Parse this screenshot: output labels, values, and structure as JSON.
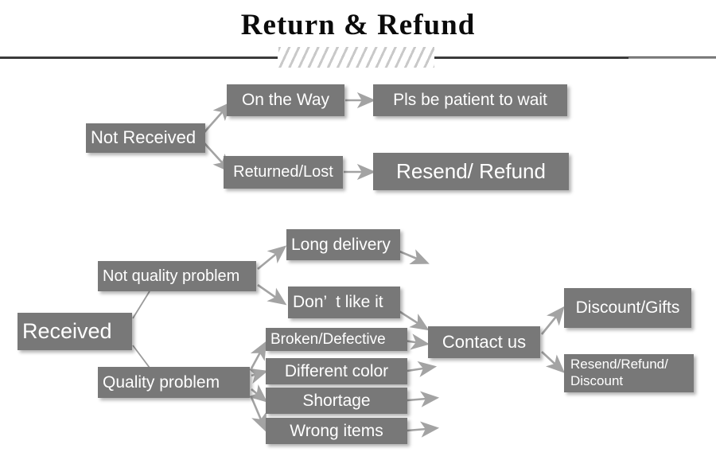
{
  "header": {
    "title": "Return & Refund",
    "divider_icon": "hatched-divider"
  },
  "colors": {
    "box_fill": "#787878",
    "box_text": "#ffffff",
    "rule": "#3b3b3b",
    "arrow": "#9e9e9e",
    "hatch": "#c9c9c9",
    "page_bg": "#ffffff"
  },
  "flow": {
    "not_received": {
      "root": "Not Received",
      "branch_on_the_way": "On the Way",
      "branch_on_the_way_result": "Pls be patient to wait",
      "branch_returned_lost": "Returned/Lost",
      "branch_returned_lost_result": "Resend/ Refund"
    },
    "received": {
      "root": "Received",
      "not_quality_problem": "Not quality problem",
      "quality_problem": "Quality problem",
      "reasons": [
        "Long delivery",
        "Don’  t like it",
        "Broken/Defective",
        "Different color",
        "Shortage",
        "Wrong items"
      ],
      "contact": "Contact us",
      "outcomes": [
        "Discount/Gifts",
        "Resend/Refund/\nDiscount"
      ]
    }
  }
}
